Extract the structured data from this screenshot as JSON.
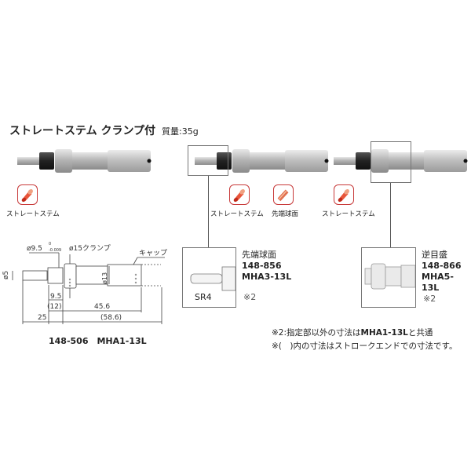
{
  "header": {
    "title": "ストレートステム クランプ付",
    "mass": "質量:35g"
  },
  "products": [
    {
      "icons": [
        {
          "name": "straight-stem-icon",
          "label": "ストレートステム"
        }
      ]
    },
    {
      "icons": [
        {
          "name": "straight-stem-icon",
          "label": "ストレートステム"
        },
        {
          "name": "spherical-tip-icon",
          "label": "先端球面"
        }
      ]
    },
    {
      "icons": [
        {
          "name": "straight-stem-icon",
          "label": "ストレートステム"
        }
      ]
    }
  ],
  "drawing": {
    "dia_spindle": "ø5",
    "dia_stem": "ø9.5",
    "tol_upper": "0",
    "tol_lower": "-0.009",
    "clamp": "ø15クランプ",
    "cap": "キャップ",
    "dia_thimble": "ø13",
    "dim_9_5": "9.5",
    "dim_12": "(12)",
    "dim_25": "25",
    "dim_45_6": "45.6",
    "dim_58_6": "(58.6)",
    "model": "148-506　MHA1-13L"
  },
  "variants": [
    {
      "feature": "先端球面",
      "code": "148-856",
      "model": "MHA3-13L",
      "note": "※2",
      "detail_label": "SR4"
    },
    {
      "feature": "逆目盛",
      "code": "148-866",
      "model": "MHA5-13L",
      "note": "※2"
    }
  ],
  "notes": {
    "n1_prefix": "※2:指定部以外の寸法は",
    "n1_bold": "MHA1-13L",
    "n1_suffix": "と共通",
    "n2": "※(　)内の寸法はストロークエンドでの寸法です。"
  }
}
